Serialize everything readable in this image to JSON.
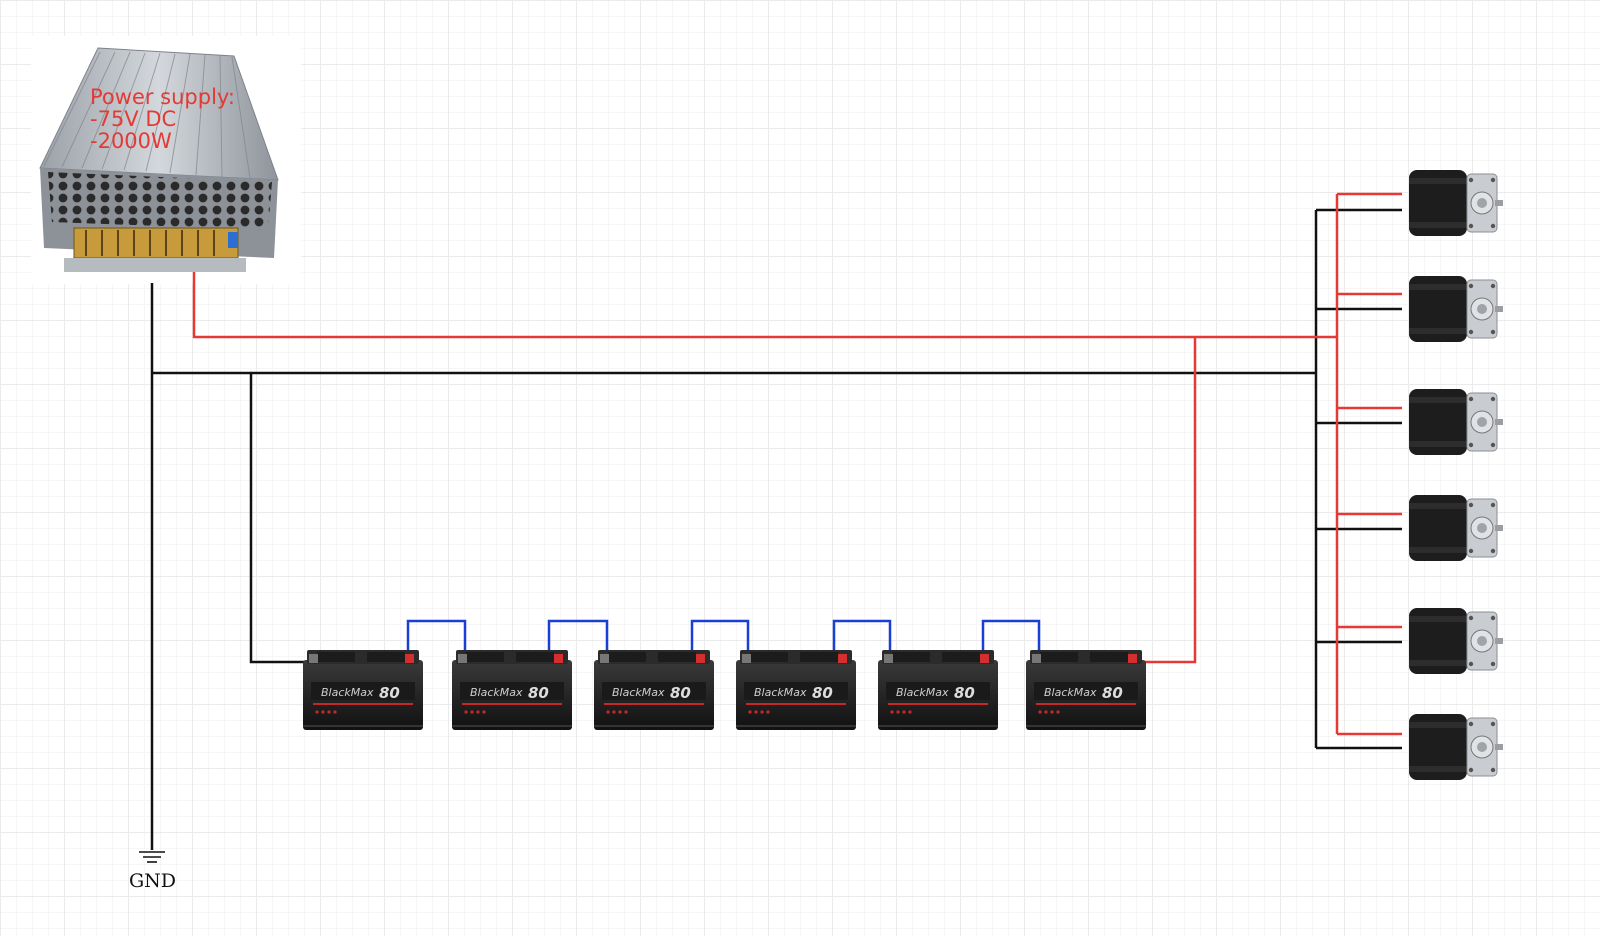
{
  "power_supply": {
    "label_lines": [
      "Power supply:",
      "-75V DC",
      "-2000W"
    ]
  },
  "ground": {
    "label": "GND"
  },
  "battery": {
    "brand": "BlackMax",
    "rating": "80",
    "count": 6
  },
  "motors": {
    "count": 6
  },
  "colors": {
    "positive_wire": "#e53935",
    "negative_wire": "#111111",
    "series_link": "#1a3fd6",
    "label_red": "#e53935"
  },
  "icons": {
    "power_supply": "power-supply-icon",
    "battery": "car-battery-icon",
    "motor": "stepper-motor-icon",
    "ground": "ground-symbol-icon"
  }
}
